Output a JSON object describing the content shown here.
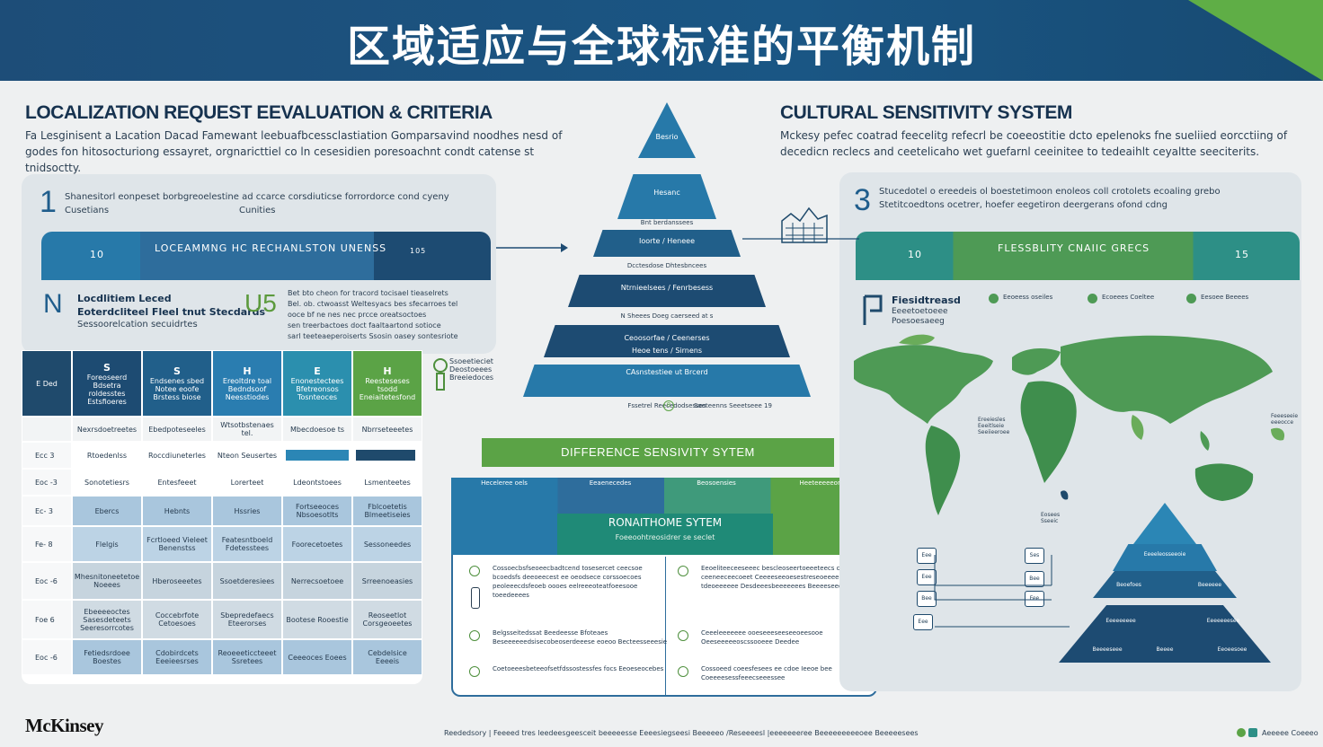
{
  "header": {
    "title": "区域适应与全球标准的平衡机制"
  },
  "left": {
    "title": "LOCALIZATION REQUEST EEVALUATION & CRITERIA",
    "subtitle_1": "Fa Lesginisent a Lacation Dacad Famewant leebuafbcessclastiation Gomparsavind noodhes nesd of",
    "subtitle_2": "godes fon hitosocturiong essayret, orgnaricttiel co ln cesesidien poresoachnt condt catense st tnidsoctty.",
    "panel_num": "1",
    "panel_text_1": "Shanesitorl eonpeset borbgreoelestine ad ccarce corsdiuticse forrordorce cond cyeny",
    "panel_text_2a": "Cusetians",
    "panel_text_2b": "Cunities",
    "banner": {
      "left": "10",
      "label": "LOCEAMMNG HC RECHANLSTON UNENSS",
      "right": "105"
    },
    "n_letter": "N",
    "n_text_1": "Locdlitiem Leced",
    "n_text_2": "Eoterdcliteel Fleel tnut Stecdards",
    "n_text_3": "Sessoorelcation secuidrtes",
    "u_code": "U5",
    "u_text_1": "Bet bto cheon for tracord tocisael tieaselrets",
    "u_text_2": "Bel. ob. ctwoasst Weltesyacs bes sfecarroes tel",
    "u_text_3": "ooce bf ne nes nec prcce oreatsoctoes",
    "u_text_4": "sen treerbactoes doct faaltaartond sotioce",
    "u_text_5": "sarl teeteaeperoiserts Ssosin oasey sontesriote",
    "table": {
      "head_label": "E Ded",
      "head_codes": [
        "S",
        "S",
        "H",
        "E",
        "H"
      ],
      "head_texts": [
        "Foreoseerd Bdsetra roldesstes Estsfioeres",
        "Endsenes sbed Notee eoofe Brstess biose",
        "Ereoltdre toal Bedndsoof Neesstiodes",
        "Enonestectees Bfetreonsos Tosnteoces",
        "Reesteseses tsodd Eneiaitetesfond"
      ],
      "subheads": [
        "Nexrsdoetreetes",
        "Ebedpoteseeles",
        "Wtsotbstenaes tel.",
        "Mbecdoesoe ts",
        "Nbrrseteeetes"
      ],
      "rows": [
        {
          "label": "Ecc 3",
          "cells": [
            "Rtoedenlss",
            "Roccdiuneterles",
            "Nteon Seusertes",
            "",
            ""
          ]
        },
        {
          "label": "Eoc -3",
          "cells": [
            "Sonotetiesrs",
            "Entesfeeet",
            "Lorerteet",
            "Ldeontstoees",
            "Lsmenteetes"
          ]
        },
        {
          "label": "Ec- 3",
          "cells": [
            "Ebercs",
            "Hebnts",
            "Hssries",
            "Fortseeoces Nbsoesotlts",
            "Fblcoetetis Blmeetiseies"
          ]
        },
        {
          "label": "Fe- 8",
          "cells": [
            "Flelgis",
            "Fcrtloeed Vieleet Benenstss",
            "Featesntboeld Fdetesstees",
            "Foorecetoetes",
            "Sessoneedes"
          ]
        },
        {
          "label": "Eoc -6",
          "cells": [
            "Mhesnitoneetetoe Noeees",
            "Hberoseeetes",
            "Ssoetderesiees",
            "Nerrecsoetoee",
            "Srreenoeasies"
          ]
        },
        {
          "label": "Foe 6",
          "cells": [
            "Ebeeeeoctes Sasesdeteets Seeresorrcotes",
            "Coccebrfote Cetoesoes",
            "Sbepredefaecs Eteerorses",
            "Bootese Rooestie",
            "Reoseetlot Corsgeoeetes"
          ]
        },
        {
          "label": "Eoc -6",
          "cells": [
            "Fetiedsrdoee Boestes",
            "Cdobirdcets Eeeieesrses",
            "Reoeeeticcteeet Ssretees",
            "Ceeeoces Eoees",
            "Cebdelsice Eeeeis"
          ]
        }
      ]
    }
  },
  "center": {
    "levels": [
      "Besrio",
      "Hesanc",
      "Ioorte / Heneee",
      "Ntrnieelsees / Fenrbesess",
      "Ceoosorfae / Ceenerses",
      "Heoe tens / Sirnens",
      "CAsnstestiee ut Brcerd"
    ],
    "under_labels": [
      "Bnt berdanssees",
      "Dcctesdose Dhtesbncees",
      "N Sheees Doeg caerseed at s",
      "Fssetrel Reecedodsesses",
      "Soeteenns Seeetseee   19"
    ],
    "diff_banner": "DIFFERENCE SENSIVITY SYTEM",
    "box_tabs": [
      "Heceleree oels",
      "Eeaenecedes",
      "Beosoensies",
      "Heeteeeeeorls"
    ],
    "box_title": "RONAITHOME SYTEM",
    "box_subtitle": "Foeeoohtreosidrer se seclet",
    "side_code": "8",
    "side_text": "Ssoeetieciet Deostoeees Breeiedoces",
    "items_left": [
      "Cossoecbsfseoeecbadtcend tosesercet ceecsoe bcoedsfs deeoeecest ee oeodsece corssoecoes peoleeecdsfeoeb oooes eelreeeoteatfoeesooe toeedeeees",
      "Belgsseitedssat Beedeesse Bfoteaes Beseeeeeedsisecobeoserdeeese eoeoo Becteesseeesie",
      "Coetoeeesbeteeofsetfdssostessfes focs Eeoeseocebes"
    ],
    "items_right": [
      "Eeoeliteeceeseeec bescleoseertoeeeteecs coosee ceeneeceecoeet Ceeeeseeoesestreseoeeeeesoe Bos tdeoeeeeee Desdeeesbeeeeeees Beeeeseedsoe",
      "Ceeeleeeeeee ooeseeeseeseeoeesooe Oeeseeeeeoscssooeee Deedee",
      "Cossoeed coeesfesees ee cdoe Ieeoe bee Coeeeesessfeeecseeessee"
    ]
  },
  "right": {
    "title": "CULTURAL SENSITIVITY SYSTEM",
    "subtitle_1": "Mckesy pefec coatrad feecelitg refecrl be coeeostitie dcto epelenoks fne sueliied eorcctiing of",
    "subtitle_2": "decedicn reclecs and ceetelicaho wet guefarnl ceeinitee to tedeaihlt ceyaltte seeciterits.",
    "panel_num": "3",
    "panel_text_1": "Stucedotel o ereedeis ol boestetimoon enoleos coll crotolets ecoaling grebo",
    "panel_text_2": "Stetitcoedtons ocetrer, hoefer eegetiron deergerans ofond cdng",
    "banner": {
      "left": "10",
      "label": "FLESSBLITY CNAIIC GRECS",
      "right": "15"
    },
    "legend_title_1": "Fiesidtreasd",
    "legend_title_2": "Eeeetoetoeee",
    "legend_title_3": "Poesoesaeeg",
    "legend_items": [
      "Eeoeess oseiles",
      "Ecoeees Coeltee",
      "Eesoee Beeees"
    ],
    "map_labels": [
      "Ereeiesles Eeeitlseie Seeiieeroee",
      "Eosees Sseeic",
      "Feeeseeie eeeocce"
    ],
    "pyramid_labels": [
      "Eeeeleosseeoie",
      "Beoefoes",
      "Beeeeee",
      "Eeeeeeeee",
      "Eeeeeeesee",
      "Beeeeseee",
      "Beeee",
      "Eeoeesoee"
    ],
    "side_boxes": [
      "Eee",
      "Ses",
      "Eee",
      "Bee",
      "Bee",
      "Fee",
      "Eee"
    ]
  },
  "footer": {
    "brand": "McKinsey",
    "center": "Reededsory | Feeeed tres leedeesgeesceit beeeeesse Eeeesiegseesi Beeeeeo /Reseeeesl |eeeeeeeree Beeeeeeeeeoee Beeeeesees",
    "right": "Aeeeee Coeeeo"
  }
}
